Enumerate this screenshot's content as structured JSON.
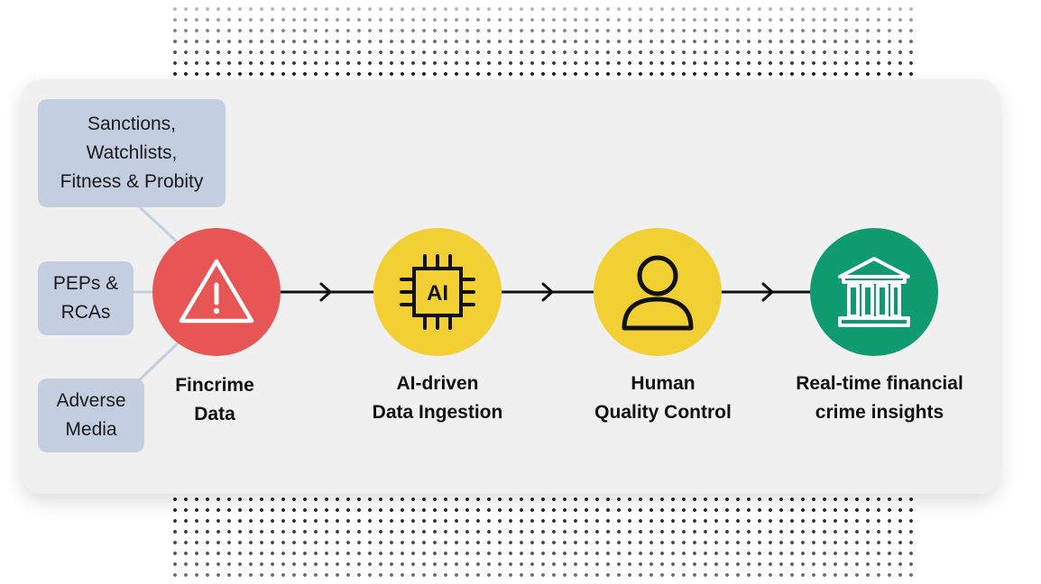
{
  "sources": [
    {
      "id": "sanctions",
      "label": "Sanctions,\nWatchlists,\nFitness & Probity"
    },
    {
      "id": "peps",
      "label": "PEPs &\nRCAs"
    },
    {
      "id": "adverse",
      "label": "Adverse\nMedia"
    }
  ],
  "steps": [
    {
      "label": "Fincrime\nData",
      "color": "#e85555",
      "icon": "warning-triangle-icon"
    },
    {
      "label": "AI-driven\nData Ingestion",
      "color": "#f2d033",
      "icon": "ai-chip-icon",
      "icon_text": "AI"
    },
    {
      "label": "Human\nQuality Control",
      "color": "#f2d033",
      "icon": "person-icon"
    },
    {
      "label": "Real-time financial\ncrime insights",
      "color": "#0f9a70",
      "icon": "bank-building-icon"
    }
  ],
  "colors": {
    "panel": "#f0f0f0",
    "source_box": "#c3cfe0",
    "connector": "#c3cfe0",
    "arrow": "#111111"
  }
}
